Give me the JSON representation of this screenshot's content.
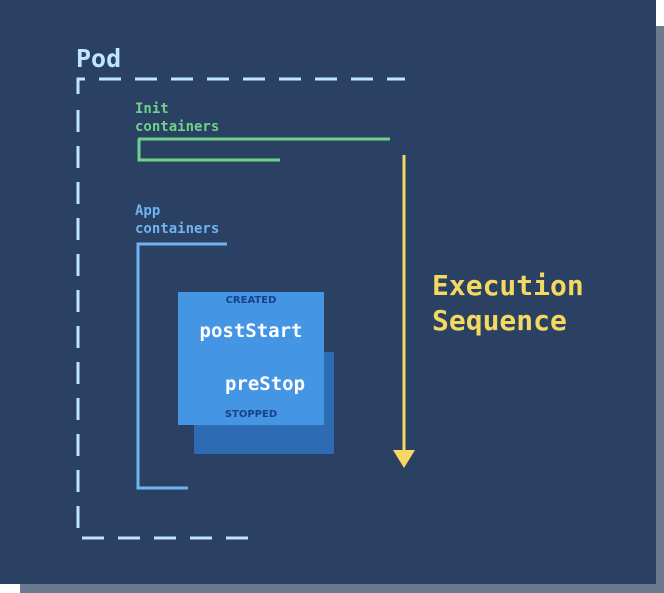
{
  "pod": {
    "label": "Pod"
  },
  "init_containers": {
    "label": "Init\ncontainers"
  },
  "app_containers": {
    "label": "App\ncontainers"
  },
  "execution": {
    "label": "Execution\nSequence"
  },
  "lifecycle": {
    "created_label": "CREATED",
    "poststart_label": "postStart",
    "prestop_label": "preStop",
    "stopped_label": "STOPPED"
  },
  "colors": {
    "background": "#2b4163",
    "pod": "#bfe6ff",
    "init": "#6fd08c",
    "app": "#6fb4f0",
    "arrow": "#f5d860",
    "card": "#4495e3",
    "card_shadow": "#2d6bb3"
  }
}
